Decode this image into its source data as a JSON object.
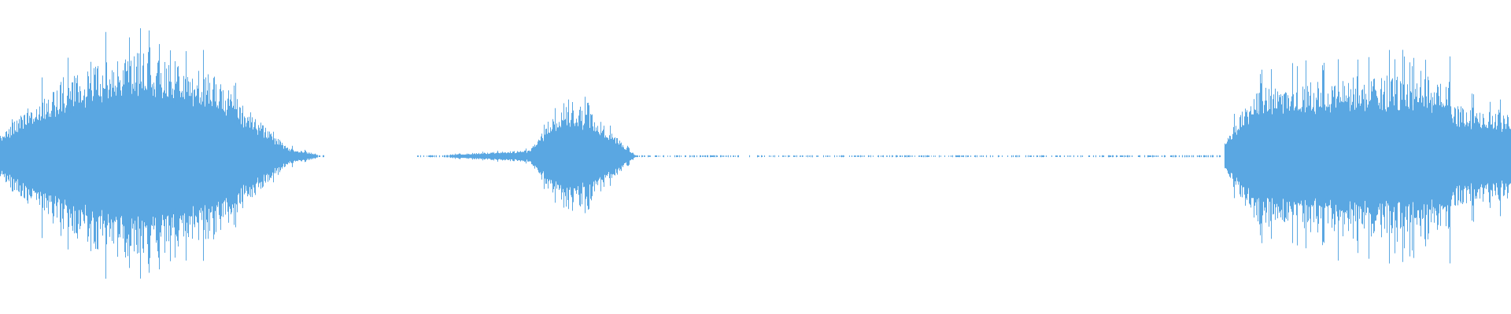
{
  "waveform": {
    "color": "#5aa7e2",
    "background": "#ffffff",
    "segments": [
      {
        "start": 0.0,
        "end": 0.005,
        "amp_start": 0.14,
        "amp_end": 0.2,
        "shape": "linear"
      },
      {
        "start": 0.005,
        "end": 0.04,
        "amp_start": 0.2,
        "amp_end": 0.5,
        "shape": "linear"
      },
      {
        "start": 0.04,
        "end": 0.09,
        "amp_start": 0.5,
        "amp_end": 0.72,
        "shape": "linear"
      },
      {
        "start": 0.09,
        "end": 0.14,
        "amp_start": 0.72,
        "amp_end": 0.55,
        "shape": "linear"
      },
      {
        "start": 0.14,
        "end": 0.19,
        "amp_start": 0.55,
        "amp_end": 0.06,
        "shape": "linear"
      },
      {
        "start": 0.19,
        "end": 0.215,
        "amp_start": 0.06,
        "amp_end": 0.0,
        "shape": "linear"
      },
      {
        "start": 0.275,
        "end": 0.35,
        "amp_start": 0.0,
        "amp_end": 0.04,
        "shape": "linear"
      },
      {
        "start": 0.35,
        "end": 0.372,
        "amp_start": 0.04,
        "amp_end": 0.36,
        "shape": "linear"
      },
      {
        "start": 0.372,
        "end": 0.39,
        "amp_start": 0.36,
        "amp_end": 0.3,
        "shape": "linear"
      },
      {
        "start": 0.39,
        "end": 0.42,
        "amp_start": 0.3,
        "amp_end": 0.01,
        "shape": "linear"
      },
      {
        "start": 0.42,
        "end": 0.81,
        "amp_start": 0.0,
        "amp_end": 0.01,
        "shape": "linear"
      },
      {
        "start": 0.81,
        "end": 0.83,
        "amp_start": 0.1,
        "amp_end": 0.45,
        "shape": "linear"
      },
      {
        "start": 0.83,
        "end": 0.91,
        "amp_start": 0.45,
        "amp_end": 0.55,
        "shape": "linear"
      },
      {
        "start": 0.91,
        "end": 0.96,
        "amp_start": 0.55,
        "amp_end": 0.5,
        "shape": "linear"
      },
      {
        "start": 0.96,
        "end": 1.0,
        "amp_start": 0.35,
        "amp_end": 0.28,
        "shape": "linear"
      }
    ]
  }
}
